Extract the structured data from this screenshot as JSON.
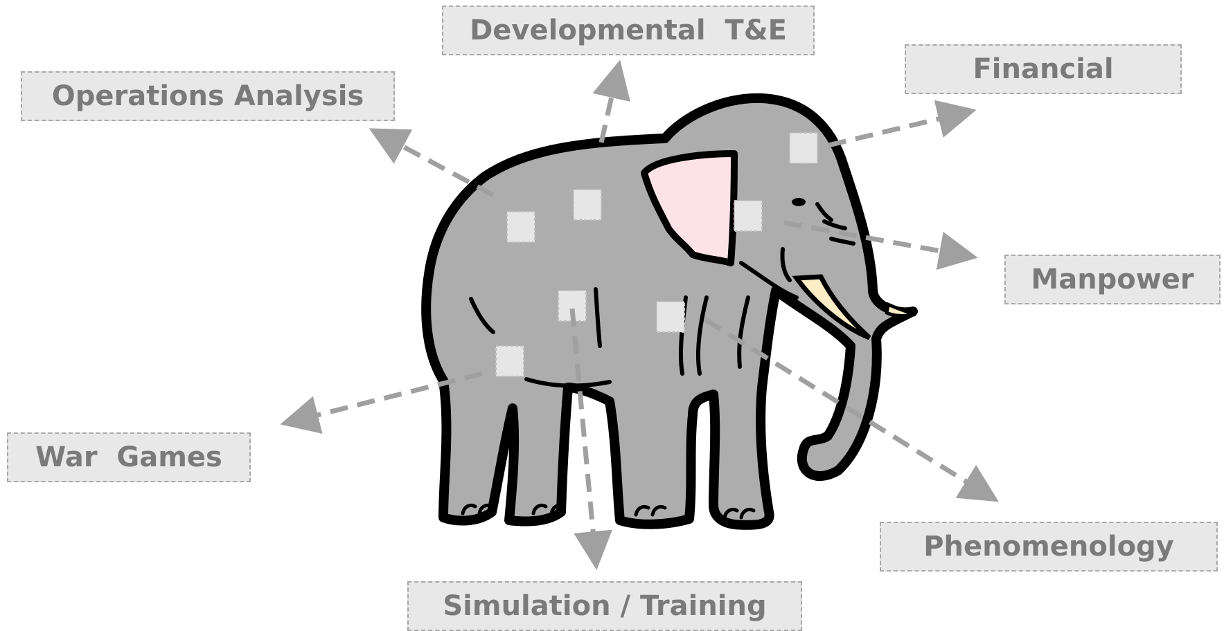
{
  "labels": {
    "developmental": "Developmental  T&E",
    "operations": "Operations Analysis",
    "financial": "Financial",
    "manpower": "Manpower",
    "war_games": "War  Games",
    "phenomenology": "Phenomenology",
    "simulation": "Simulation / Training"
  },
  "colors": {
    "elephant_body": "#adadad",
    "elephant_outline": "#000000",
    "ear_inner": "#fde3e6",
    "tusk": "#fbedc6",
    "patch": "#e6e6e6",
    "arrow": "#a0a0a0",
    "label_text": "#7a7a7a",
    "label_bg": "#e8e8e8"
  },
  "icons": [
    "elephant-illustration"
  ]
}
